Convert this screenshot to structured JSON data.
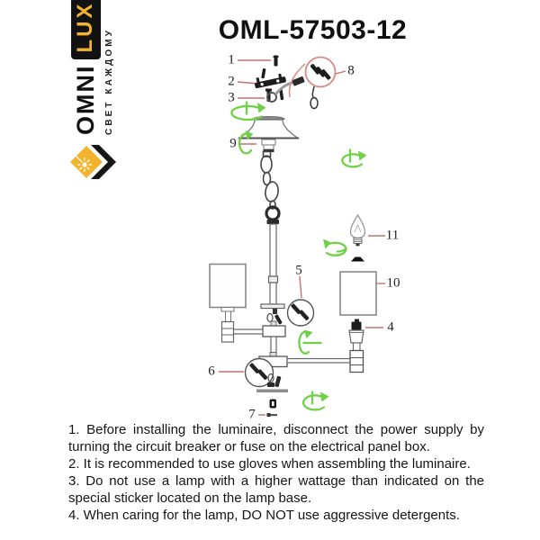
{
  "logo": {
    "brand_primary": "OMNI",
    "brand_secondary": "LUX",
    "tagline": "СВЕТ КАЖДОМУ"
  },
  "header": {
    "title": "OML-57503-12"
  },
  "diagram": {
    "part_numbers": {
      "p1": "1",
      "p2": "2",
      "p3": "3",
      "p4": "4",
      "p5": "5",
      "p6": "6",
      "p7": "7",
      "p8": "8",
      "p9": "9",
      "p10": "10",
      "p11": "11"
    }
  },
  "instructions": {
    "items": [
      "1. Before  installing  the  luminaire,  disconnect  the  power  supply  by turning the circuit breaker or fuse on the electrical panel box.",
      "2. It is recommended to use gloves when assembling the luminaire.",
      "3. Do not use a lamp with a higher wattage than indicated on the special sticker located on the lamp base.",
      "4. When caring for the lamp, DO NOT use aggressive  detergents."
    ]
  },
  "colors": {
    "leader_red": "#c4726f",
    "detail_circle_red": "#d98884",
    "arrow_green": "#6fd145",
    "logo_yellow": "#f2b42c",
    "logo_black": "#121212",
    "line_gray": "#5a5a5a",
    "hardware_dark": "#1d1d1d",
    "text_black": "#151515"
  }
}
